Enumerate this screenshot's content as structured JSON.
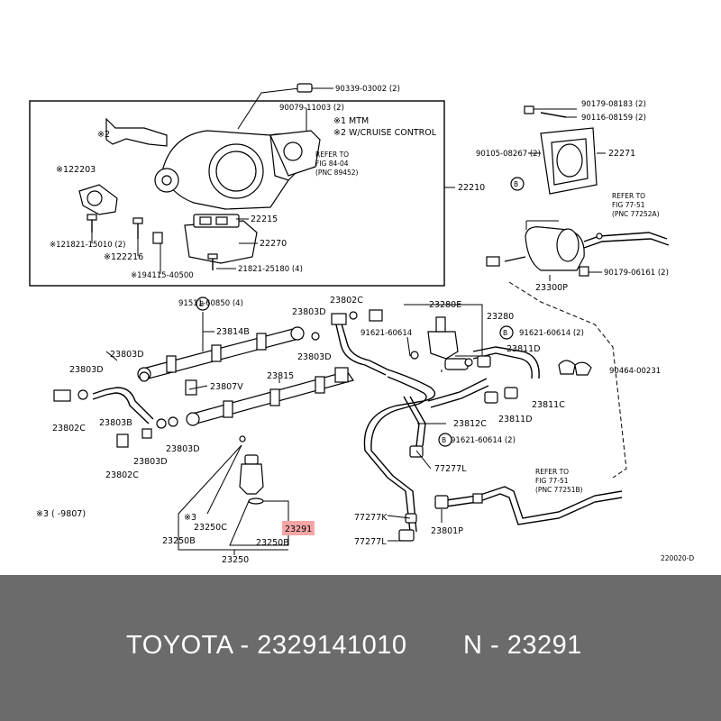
{
  "colors": {
    "footer_bg": "#6b6b6b",
    "highlight": "#f4a6a6"
  },
  "labels": {
    "l90339": "90339-03002 (2)",
    "l90079": "90079-11003 (2)",
    "mtm": "※1 MTM",
    "cruise": "※2 W/CRUISE CONTROL",
    "refer84a": "REFER TO",
    "refer84b": "FIG 84-04",
    "refer84c": "(PNC 89452)",
    "l22210": "22210",
    "n2": "※2",
    "l122203": "※122203",
    "l22215": "22215",
    "l22270": "22270",
    "l121821": "※121821-15010 (2)",
    "l122216": "※122216",
    "l194115": "※194115-40500",
    "l21821": "21821-25180 (4)",
    "l90179a": "90179-08183 (2)",
    "l90116": "90116-08159 (2)",
    "l90105": "90105-08267 (2)",
    "l22271": "22271",
    "b1": "B",
    "refer77a1": "REFER TO",
    "refer77a2": "FIG 77-51",
    "refer77a3": "(PNC 77252A)",
    "l90179b": "90179-06161 (2)",
    "l23300p": "23300P",
    "l91511": "91511-60850 (4)",
    "b2": "B",
    "l23814b": "23814B",
    "l23803d_1": "23803D",
    "l23803d_2": "23803D",
    "l23803d_3": "23803D",
    "l23803d_4": "23803D",
    "l23803d_5": "23803D",
    "l23802c_1": "23802C",
    "l23802c_2": "23802C",
    "l23802c_3": "23802C",
    "l23807v": "23807V",
    "l23803b": "23803B",
    "l23815": "23815",
    "l23280e": "23280E",
    "l23280": "23280",
    "l91621a": "91621-60614",
    "b3": "B",
    "l91621b": "91621-60614 (2)",
    "l23811d_1": "23811D",
    "l23811d_2": "23811D",
    "l23811c": "23811C",
    "l90464": "90464-00231",
    "l23812c": "23812C",
    "b4": "B",
    "l91621c": "91621-60614 (2)",
    "l77277l_1": "77277L",
    "l77277k": "77277K",
    "l77277l_2": "77277L",
    "l23801p": "23801P",
    "refer77b1": "REFER TO",
    "refer77b2": "FIG 77-51",
    "refer77b3": "(PNC 77251B)",
    "n3a": "※3",
    "l23250c": "23250C",
    "l23250b_1": "23250B",
    "l23250b_2": "23250B",
    "l23291": "23291",
    "l23250": "23250",
    "legend3": "※3  (      -9807)",
    "code": "220020-D"
  },
  "footer": {
    "left": "TOYOTA - 2329141010",
    "right": "N - 23291"
  }
}
